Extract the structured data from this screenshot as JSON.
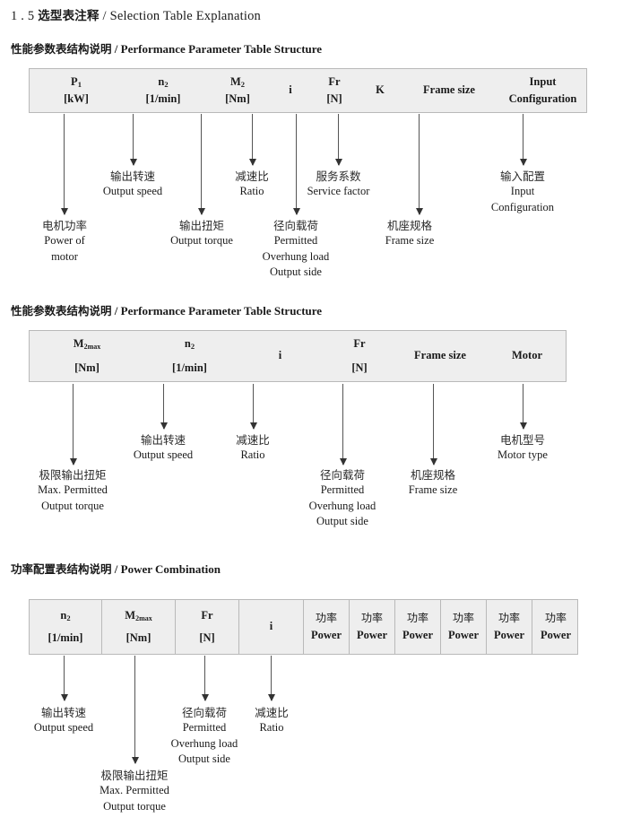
{
  "document": {
    "title_number": "1 . 5",
    "title_cn": "选型表注释",
    "title_sep": "/",
    "title_en": "Selection Table Explanation"
  },
  "sections": [
    {
      "heading_cn": "性能参数表结构说明",
      "heading_sep": "/",
      "heading_en": "Performance Parameter Table Structure",
      "table": {
        "columns": [
          {
            "line1": "P",
            "sub1": "1",
            "line2": "[kW]"
          },
          {
            "line1": "n",
            "sub1": "2",
            "line2": "[1/min]"
          },
          {
            "line1": "M",
            "sub1": "2",
            "line2": "[Nm]"
          },
          {
            "line1": "i",
            "sub1": "",
            "line2": ""
          },
          {
            "line1": "Fr",
            "sub1": "",
            "line2": "[N]"
          },
          {
            "line1": "K",
            "sub1": "",
            "line2": ""
          },
          {
            "line1": "Frame size",
            "sub1": "",
            "line2": ""
          },
          {
            "line1": "Input",
            "sub1": "",
            "line2": "Configuration"
          }
        ],
        "callouts": [
          {
            "cn": "电机功率",
            "en1": "Power of",
            "en2": "motor",
            "en3": ""
          },
          {
            "cn": "输出转速",
            "en1": "Output speed",
            "en2": "",
            "en3": ""
          },
          {
            "cn": "输出扭矩",
            "en1": "Output torque",
            "en2": "",
            "en3": ""
          },
          {
            "cn": "减速比",
            "en1": "Ratio",
            "en2": "",
            "en3": ""
          },
          {
            "cn": "径向载荷",
            "en1": "Permitted",
            "en2": "Overhung load",
            "en3": "Output side"
          },
          {
            "cn": "服务系数",
            "en1": "Service factor",
            "en2": "",
            "en3": ""
          },
          {
            "cn": "机座规格",
            "en1": "Frame size",
            "en2": "",
            "en3": ""
          },
          {
            "cn": "输入配置",
            "en1": "Input",
            "en2": "Configuration",
            "en3": ""
          }
        ]
      }
    },
    {
      "heading_cn": "性能参数表结构说明",
      "heading_sep": "/",
      "heading_en": "Performance Parameter Table Structure",
      "table": {
        "columns": [
          {
            "line1": "M",
            "sub1": "2max",
            "line2": "[Nm]"
          },
          {
            "line1": "n",
            "sub1": "2",
            "line2": "[1/min]"
          },
          {
            "line1": "i",
            "sub1": "",
            "line2": ""
          },
          {
            "line1": "Fr",
            "sub1": "",
            "line2": "[N]"
          },
          {
            "line1": "Frame size",
            "sub1": "",
            "line2": ""
          },
          {
            "line1": "Motor",
            "sub1": "",
            "line2": ""
          }
        ],
        "callouts": [
          {
            "cn": "极限输出扭矩",
            "en1": "Max. Permitted",
            "en2": "Output  torque",
            "en3": ""
          },
          {
            "cn": "输出转速",
            "en1": "Output speed",
            "en2": "",
            "en3": ""
          },
          {
            "cn": "减速比",
            "en1": "Ratio",
            "en2": "",
            "en3": ""
          },
          {
            "cn": "径向载荷",
            "en1": "Permitted",
            "en2": "Overhung load",
            "en3": "Output side"
          },
          {
            "cn": "机座规格",
            "en1": "Frame size",
            "en2": "",
            "en3": ""
          },
          {
            "cn": "电机型号",
            "en1": "Motor type",
            "en2": "",
            "en3": ""
          }
        ]
      }
    },
    {
      "heading_cn": "功率配置表结构说明",
      "heading_sep": "/",
      "heading_en": "Power Combination",
      "table": {
        "columns": [
          {
            "line1": "n",
            "sub1": "2",
            "line2": "[1/min]"
          },
          {
            "line1": "M",
            "sub1": "2max",
            "line2": "[Nm]"
          },
          {
            "line1": "Fr",
            "sub1": "",
            "line2": "[N]"
          },
          {
            "line1": "i",
            "sub1": "",
            "line2": ""
          },
          {
            "cn": "功率",
            "line2": "Power"
          },
          {
            "cn": "功率",
            "line2": "Power"
          },
          {
            "cn": "功率",
            "line2": "Power"
          },
          {
            "cn": "功率",
            "line2": "Power"
          },
          {
            "cn": "功率",
            "line2": "Power"
          },
          {
            "cn": "功率",
            "line2": "Power"
          }
        ],
        "callouts": [
          {
            "cn": "输出转速",
            "en1": "Output speed",
            "en2": "",
            "en3": ""
          },
          {
            "cn": "极限输出扭矩",
            "en1": "Max. Permitted",
            "en2": "Output  torque",
            "en3": ""
          },
          {
            "cn": "径向载荷",
            "en1": "Permitted",
            "en2": "Overhung load",
            "en3": "Output side"
          },
          {
            "cn": "减速比",
            "en1": "Ratio",
            "en2": "",
            "en3": ""
          }
        ]
      }
    }
  ]
}
